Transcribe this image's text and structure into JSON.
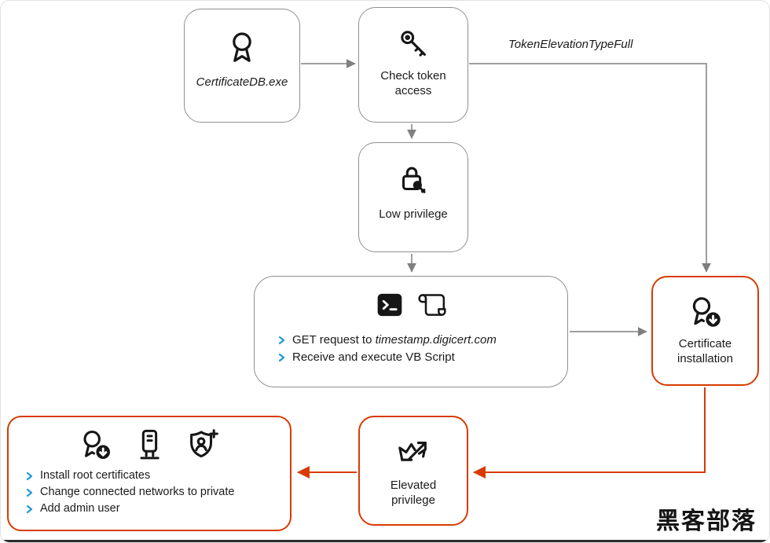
{
  "diagram": {
    "watermark": "黑客部落",
    "colors": {
      "box_gray": "#8f8f8f",
      "box_orange": "#d83b01",
      "arrow_gray": "#7f7f7f",
      "arrow_orange": "#d83b01",
      "bullet_blue": "#1e9bd7",
      "text": "#1b1b1b"
    },
    "nodes": {
      "certificate_db": {
        "label": "CertificateDB.exe",
        "icon": "certificate-ribbon-icon"
      },
      "check_token": {
        "label": "Check token access",
        "icon": "key-icon"
      },
      "low_privilege": {
        "label": "Low privilege",
        "icon": "lock-key-icon"
      },
      "payload": {
        "icons": [
          "terminal-icon",
          "script-scroll-icon"
        ],
        "line1_prefix": "GET request to ",
        "line1_italic": "timestamp.digicert.com",
        "line2": "Receive and execute VB Script"
      },
      "certificate_installation": {
        "label": "Certificate installation",
        "icon": "certificate-download-icon"
      },
      "elevated_privilege": {
        "label": "Elevated privilege",
        "icon": "crown-arrow-icon"
      },
      "actions": {
        "icons": [
          "certificate-download-icon",
          "server-icon",
          "shield-person-add-icon"
        ],
        "items": [
          "Install root certificates",
          "Change connected networks to private",
          "Add admin user"
        ]
      }
    },
    "edges": {
      "token_elevation_label": "TokenElevationTypeFull"
    }
  }
}
